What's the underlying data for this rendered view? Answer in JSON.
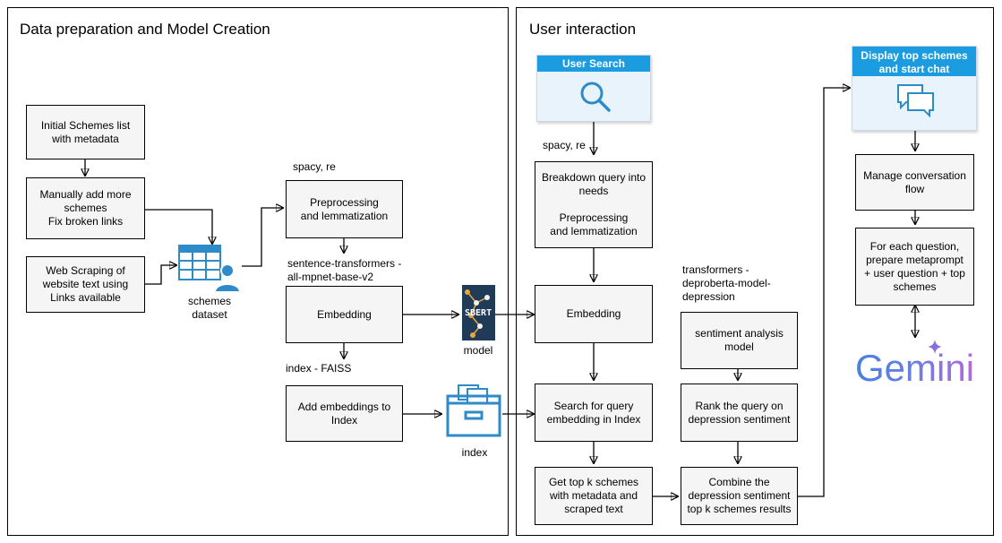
{
  "panels": {
    "left_title": "Data preparation and Model Creation",
    "right_title": "User interaction"
  },
  "left": {
    "initial_schemes": "Initial Schemes list\nwith metadata",
    "manual_add": "Manually add more\nschemes\nFix broken links",
    "web_scraping": "Web Scraping of\nwebsite text using\nLinks available",
    "dataset_label": "schemes\ndataset",
    "spacy_label": "spacy, re",
    "preprocessing": "Preprocessing\nand lemmatization",
    "st_label": "sentence-transformers -\nall-mpnet-base-v2",
    "embedding": "Embedding",
    "faiss_label": "index - FAISS",
    "add_embeddings": "Add embeddings to\nIndex",
    "model_label": "model",
    "sbert_text": "SBERT",
    "index_label": "index"
  },
  "right": {
    "user_search": "User Search",
    "spacy_label": "spacy, re",
    "breakdown": "Breakdown query into\nneeds\n\nPreprocessing\nand lemmatization",
    "embedding": "Embedding",
    "search_index": "Search for query\nembedding in Index",
    "top_k": "Get top k schemes\nwith metadata and\nscraped text",
    "transformers_label": "transformers -\ndeproberta-model-\ndepression",
    "sentiment_model": "sentiment analysis\nmodel",
    "rank_query": "Rank the query on\ndepression sentiment",
    "combine": "Combine the\ndepression sentiment\ntop k schemes results",
    "display_card": "Display top schemes\nand start chat",
    "manage_flow": "Manage conversation\nflow",
    "metaprompt": "For each question,\nprepare metaprompt\n+ user question + top\nschemes",
    "gemini_text": "Gemini"
  },
  "icons": {
    "table": "table-user-icon",
    "sbert": "sbert-network-icon",
    "index": "file-cabinet-icon",
    "search": "magnifier-icon",
    "chat": "chat-bubbles-icon",
    "gemini_star": "sparkle-icon"
  },
  "colors": {
    "box_fill": "#f5f5f5",
    "accent_blue": "#1b9be0",
    "card_fill": "#e9f3fb",
    "icon_blue": "#2e8bc9",
    "sbert_dark": "#1f3b57",
    "gemini_blue": "#4a7fe0",
    "gemini_purple": "#b06ad8"
  }
}
